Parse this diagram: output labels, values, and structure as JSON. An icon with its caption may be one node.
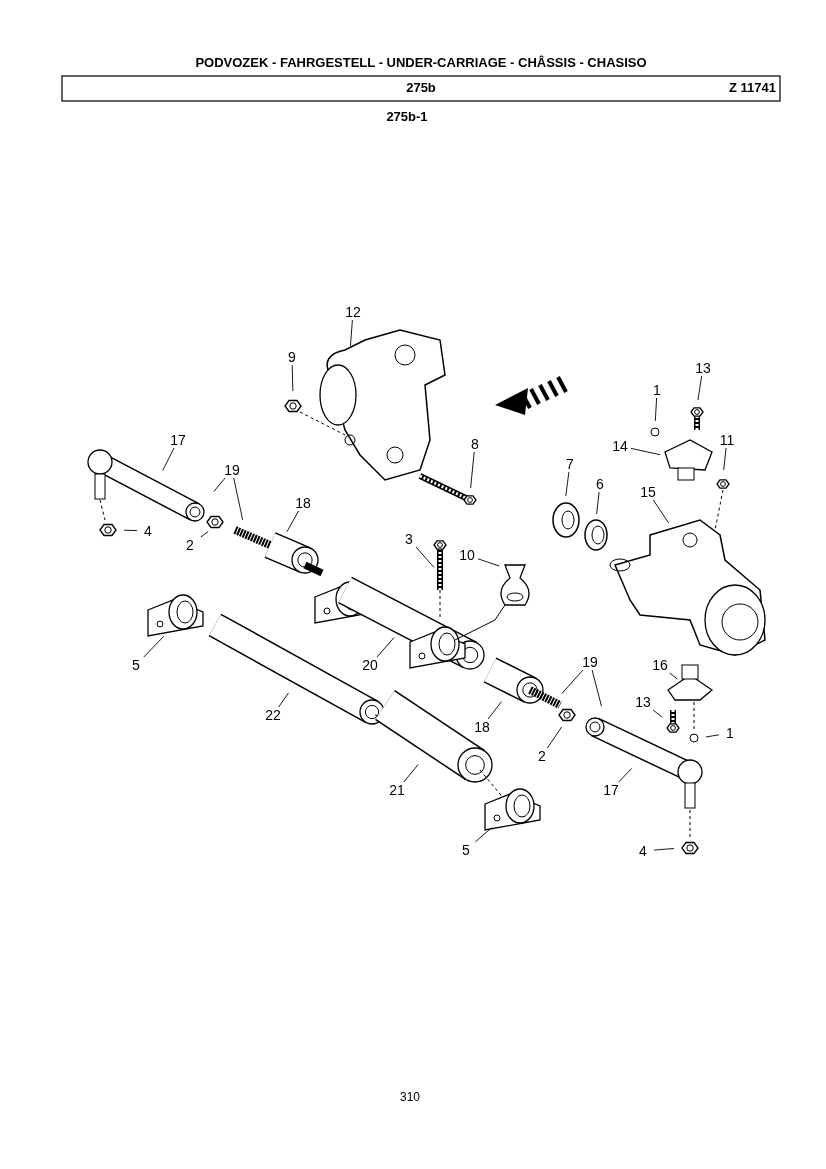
{
  "diagram": {
    "title": "PODVOZEK - FAHRGESTELL - UNDER-CARRIAGE - CHÂSSIS - CHASISO",
    "nodes": [
      {
        "text": [
          "12"
        ]
      },
      {
        "text": [
          "9"
        ]
      },
      {
        "text": [
          "13"
        ]
      },
      {
        "text": [
          "1"
        ]
      },
      {
        "text": [
          "17"
        ]
      },
      {
        "text": [
          "8"
        ]
      },
      {
        "text": [
          "14"
        ]
      },
      {
        "text": [
          "11"
        ]
      },
      {
        "text": [
          "19"
        ]
      },
      {
        "text": [
          "7"
        ]
      },
      {
        "text": [
          "6"
        ]
      },
      {
        "text": [
          "15"
        ]
      },
      {
        "text": [
          "18"
        ]
      },
      {
        "text": [
          "4"
        ]
      },
      {
        "text": [
          "2"
        ]
      },
      {
        "text": [
          "3"
        ]
      },
      {
        "text": [
          "10"
        ]
      },
      {
        "text": [
          "5"
        ]
      },
      {
        "text": [
          "20"
        ]
      },
      {
        "text": [
          "19"
        ]
      },
      {
        "text": [
          "16"
        ]
      },
      {
        "text": [
          "13"
        ]
      },
      {
        "text": [
          "22"
        ]
      },
      {
        "text": [
          "18"
        ]
      },
      {
        "text": [
          "1"
        ]
      },
      {
        "text": [
          "2"
        ]
      },
      {
        "text": [
          "17"
        ]
      },
      {
        "text": [
          "21"
        ]
      },
      {
        "text": [
          "5"
        ]
      },
      {
        "text": [
          "4"
        ]
      }
    ],
    "edges": [
      {
        "from": 0,
        "to": null,
        "arrow": "none"
      },
      {
        "from": 1,
        "to": null,
        "arrow": "none"
      },
      {
        "from": 2,
        "to": null,
        "arrow": "none"
      },
      {
        "from": 3,
        "to": null,
        "arrow": "none"
      },
      {
        "from": 4,
        "to": null,
        "arrow": "none"
      },
      {
        "from": 5,
        "to": null,
        "arrow": "none"
      },
      {
        "from": 6,
        "to": null,
        "arrow": "none"
      },
      {
        "from": 7,
        "to": null,
        "arrow": "none"
      },
      {
        "from": 8,
        "to": null,
        "arrow": "none"
      },
      {
        "from": 8,
        "to": null,
        "arrow": "none"
      },
      {
        "from": 9,
        "to": null,
        "arrow": "none"
      },
      {
        "from": 10,
        "to": null,
        "arrow": "none"
      },
      {
        "from": 11,
        "to": null,
        "arrow": "none"
      },
      {
        "from": 12,
        "to": null,
        "arrow": "none"
      },
      {
        "from": 13,
        "to": null,
        "arrow": "none"
      },
      {
        "from": 14,
        "to": null,
        "arrow": "none"
      },
      {
        "from": 15,
        "to": null,
        "arrow": "none"
      },
      {
        "from": 16,
        "to": null,
        "arrow": "none"
      },
      {
        "from": 17,
        "to": null,
        "arrow": "none"
      },
      {
        "from": 18,
        "to": null,
        "arrow": "none"
      },
      {
        "from": 19,
        "to": null,
        "arrow": "none"
      },
      {
        "from": 19,
        "to": null,
        "arrow": "none"
      },
      {
        "from": 20,
        "to": null,
        "arrow": "none"
      },
      {
        "from": 21,
        "to": null,
        "arrow": "none"
      },
      {
        "from": 22,
        "to": null,
        "arrow": "none"
      },
      {
        "from": 23,
        "to": null,
        "arrow": "none"
      },
      {
        "from": 24,
        "to": null,
        "arrow": "none"
      },
      {
        "from": 25,
        "to": null,
        "arrow": "none"
      },
      {
        "from": 26,
        "to": null,
        "arrow": "none"
      },
      {
        "from": 27,
        "to": null,
        "arrow": "none"
      },
      {
        "from": 28,
        "to": null,
        "arrow": "none"
      },
      {
        "from": 29,
        "to": null,
        "arrow": "none"
      }
    ],
    "labels": [
      "275b",
      "Z 11741",
      "275b-1",
      "310"
    ]
  }
}
